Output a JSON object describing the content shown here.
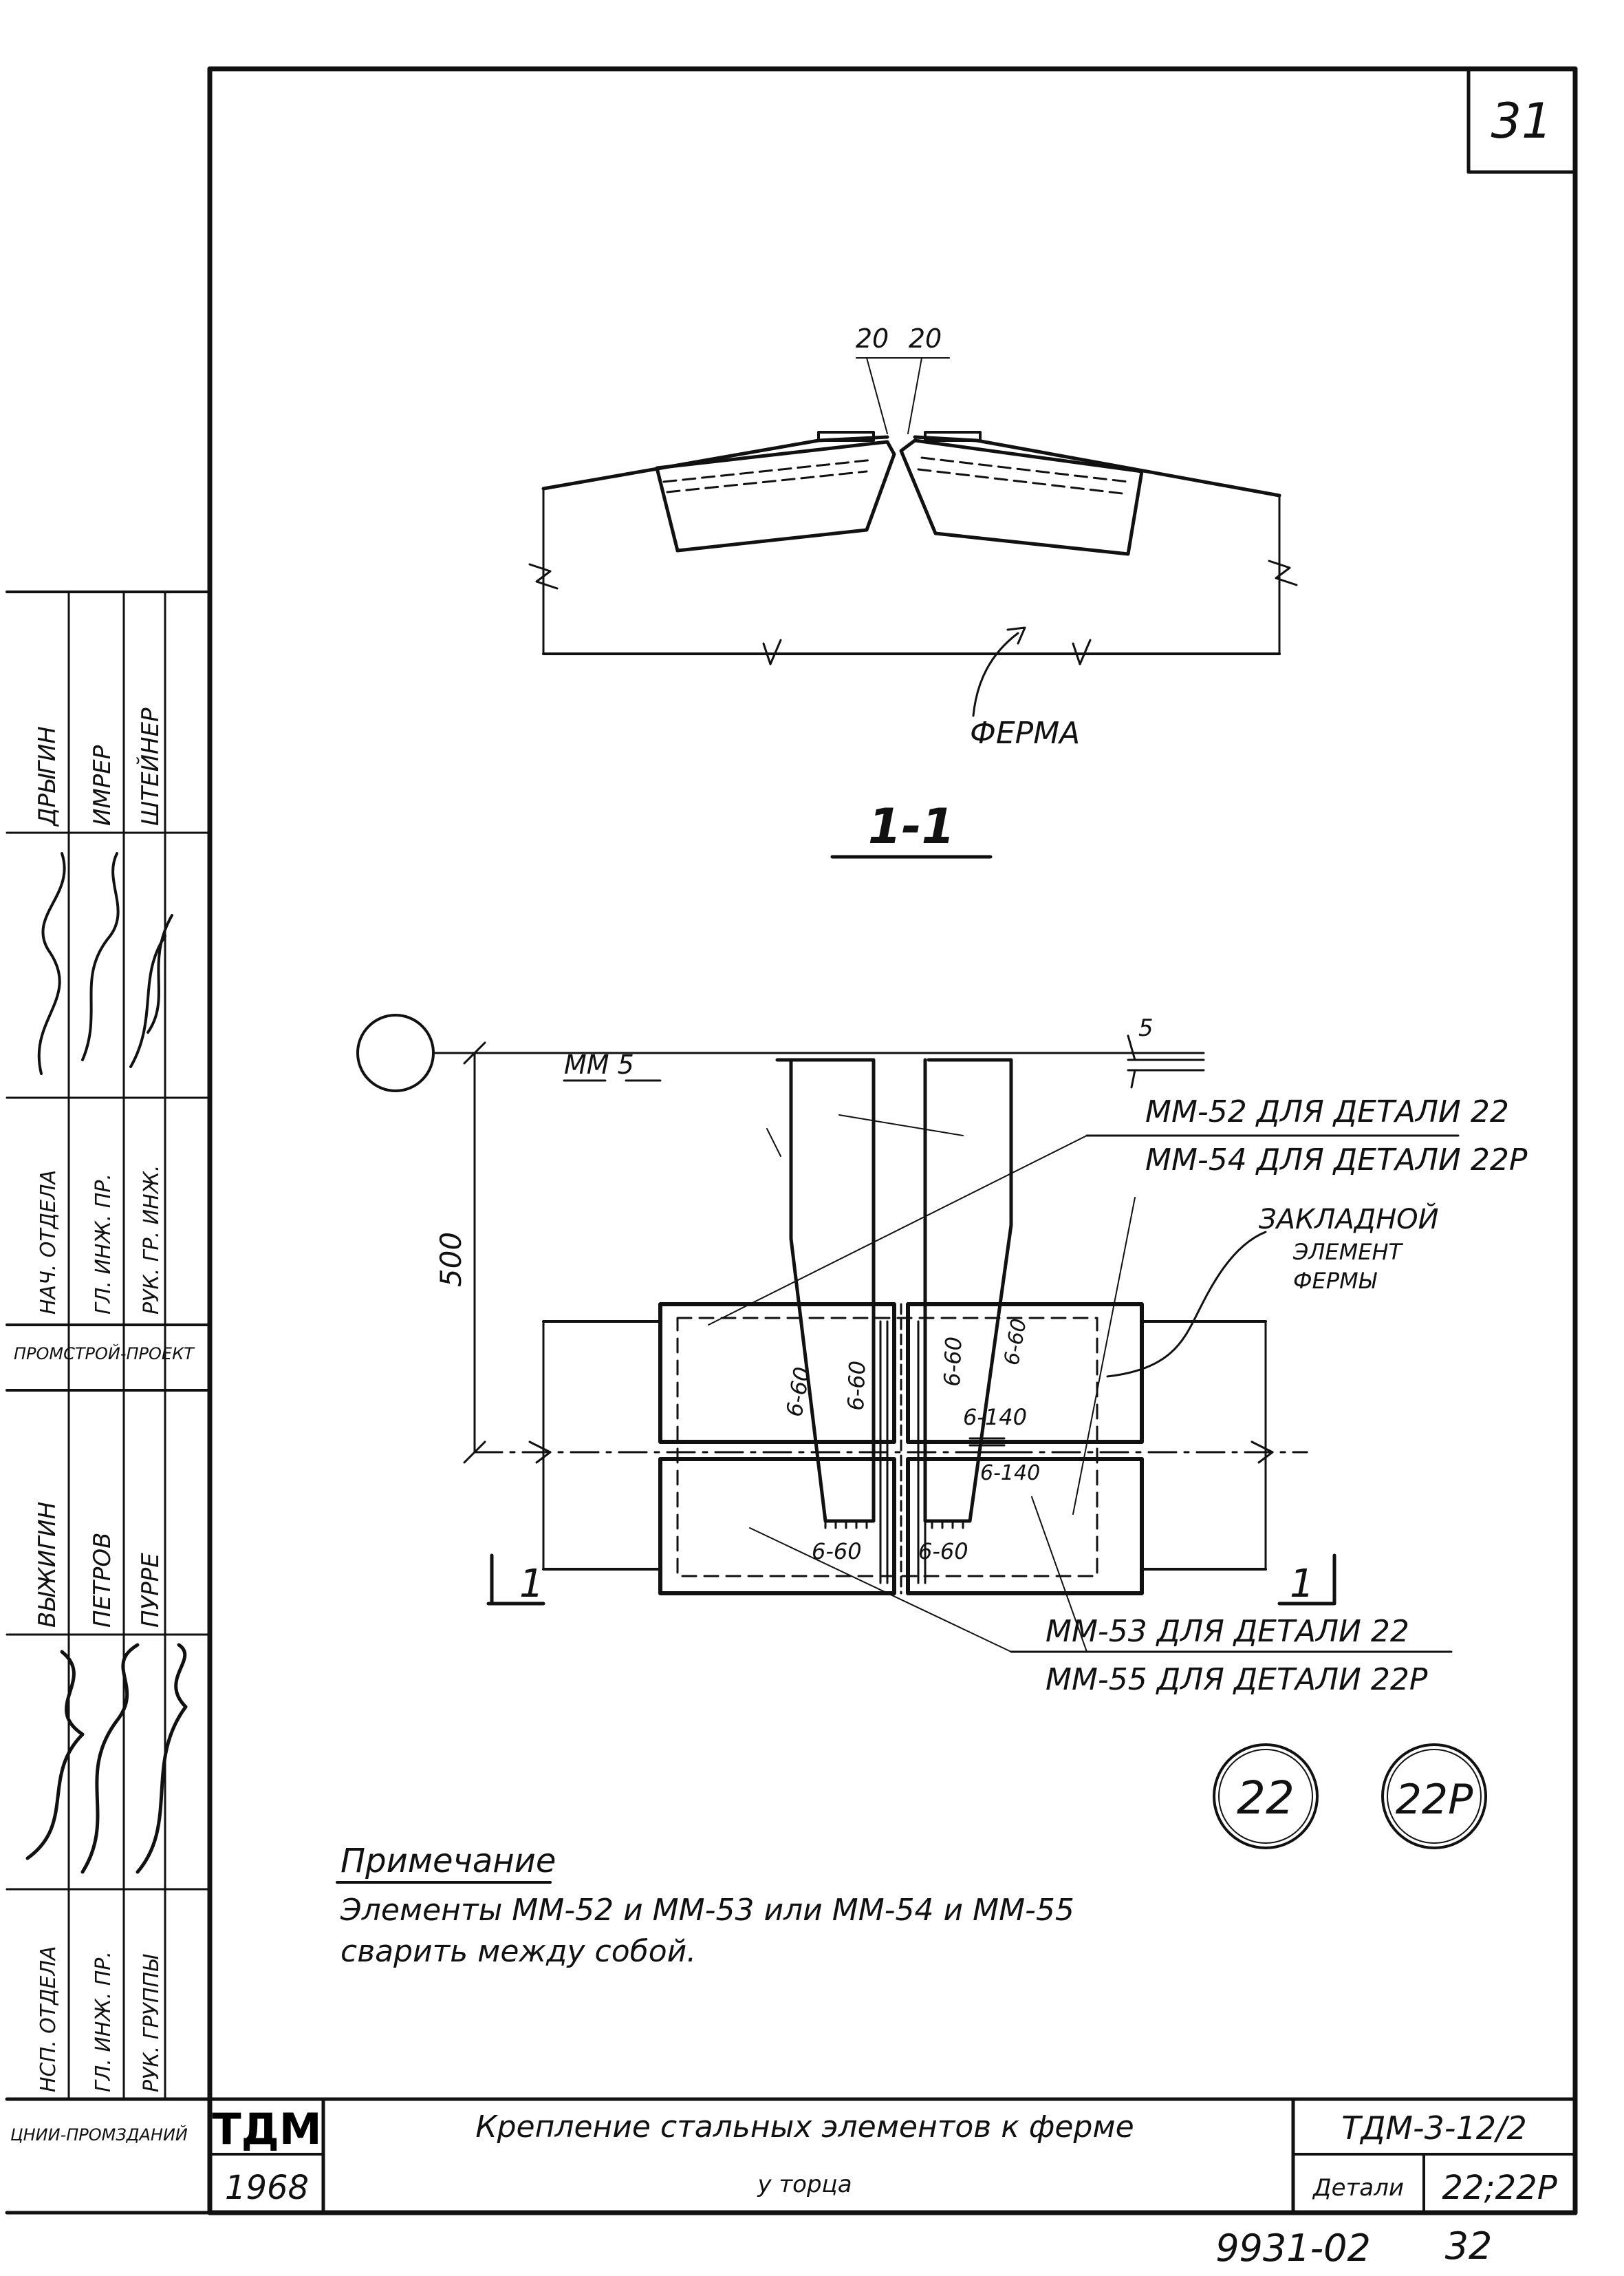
{
  "sheet": {
    "page_number": "31",
    "archive_number": "9931-02",
    "page_number_2": "32"
  },
  "section_view": {
    "dim_left": "20",
    "dim_right": "20",
    "truss_label": "ФЕРМА",
    "section_title": "1-1"
  },
  "plan_view": {
    "mark_left": "ММ 5",
    "dim_top": "5",
    "dim_height": "500",
    "callout_top_1": "ММ-52 ДЛЯ ДЕТАЛИ 22",
    "callout_top_2": "ММ-54 ДЛЯ ДЕТАЛИ 22Р",
    "embedded_1": "ЗАКЛАДНОЙ",
    "embedded_2": "ЭЛЕМЕНТ",
    "embedded_3": "ФЕРМЫ",
    "callout_bottom_1": "ММ-53 ДЛЯ ДЕТАЛИ 22",
    "callout_bottom_2": "ММ-55 ДЛЯ ДЕТАЛИ 22Р",
    "weld_labels": [
      "6-60",
      "6-60",
      "6-60",
      "6-60",
      "6-140",
      "6-140",
      "6-60",
      "6-60"
    ],
    "section_mark_left": "1",
    "section_mark_right": "1"
  },
  "detail_marks": [
    "22",
    "22Р"
  ],
  "note": {
    "heading": "Примечание",
    "line1": "Элементы ММ-52 и ММ-53 или ММ-54 и ММ-55",
    "line2": "сварить между собой."
  },
  "side_stamp": {
    "roles_top": [
      "НАЧ. ОТДЕЛА",
      "ГЛ. ИНЖ. ПР.",
      "РУК. ГР. ИНЖ."
    ],
    "names_top": [
      "ДРЫГИН",
      "ИМРЕР",
      "ШТЕЙНЕР"
    ],
    "org_top": "ПРОМСТРОЙ-ПРОЕКТ",
    "roles_bottom": [
      "НСП. ОТДЕЛА",
      "ГЛ. ИНЖ. ПР.",
      "РУК. ГРУППЫ"
    ],
    "names_bottom": [
      "ВЫЖИГИН",
      "ПЕТРОВ",
      "ПУРРЕ"
    ],
    "org_bottom": "ЦНИИ-ПРОМЗДАНИЙ"
  },
  "title_block": {
    "org": "ТДМ",
    "year": "1968",
    "title_line1": "Крепление стальных элементов к ферме",
    "title_line2": "у торца",
    "code": "ТДМ-3-12/2",
    "detail_label": "Детали",
    "detail_number": "22;22Р"
  }
}
